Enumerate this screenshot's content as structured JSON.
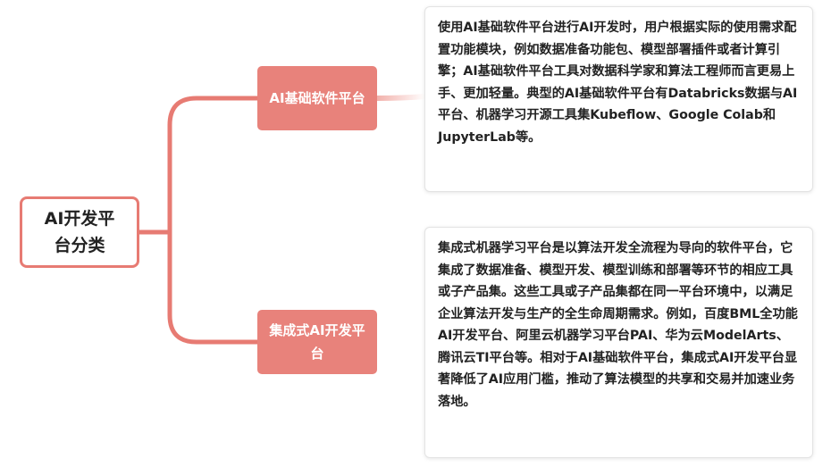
{
  "root": {
    "label": "AI开发平台分类"
  },
  "branches": [
    {
      "label": "AI基础软件平台",
      "description": "使用AI基础软件平台进行AI开发时，用户根据实际的使用需求配置功能模块，例如数据准备功能包、模型部署插件或者计算引擎；AI基础软件平台工具对数据科学家和算法工程师而言更易上手、更加轻量。典型的AI基础软件平台有Databricks数据与AI平台、机器学习开源工具集Kubeflow、Google Colab和JupyterLab等。"
    },
    {
      "label": "集成式AI开发平台",
      "description": "集成式机器学习平台是以算法开发全流程为导向的软件平台，它集成了数据准备、模型开发、模型训练和部署等环节的相应工具或子产品集。这些工具或子产品集都在同一平台环境中，以满足企业算法开发与生产的全生命周期需求。例如，百度BML全功能AI开发平台、阿里云机器学习平台PAI、华为云ModelArts、腾讯云TI平台等。相对于AI基础软件平台，集成式AI开发平台显著降低了AI应用门槛，推动了算法模型的共享和交易并加速业务落地。"
    }
  ],
  "colors": {
    "accent": "#e8827b",
    "connector": "#e77b73",
    "text": "#222222"
  }
}
